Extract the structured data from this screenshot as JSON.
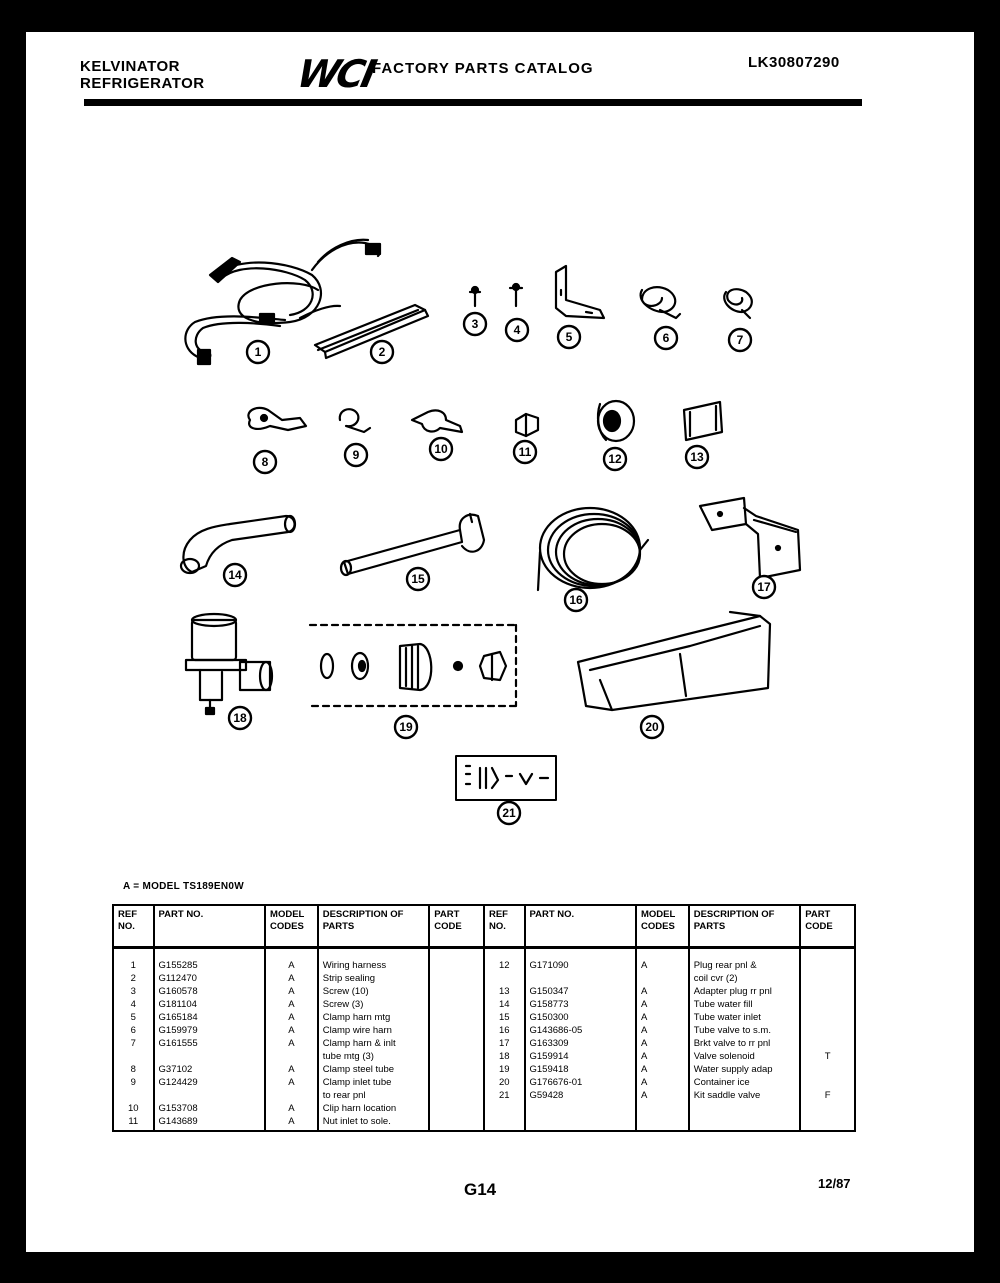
{
  "header": {
    "brand_line1": "KELVINATOR",
    "brand_line2": "REFRIGERATOR",
    "logo": "WCI",
    "title": "FACTORY PARTS CATALOG",
    "model_code": "LK30807290"
  },
  "diagram": {
    "callouts": [
      "1",
      "2",
      "3",
      "4",
      "5",
      "6",
      "7",
      "8",
      "9",
      "10",
      "11",
      "12",
      "13",
      "14",
      "15",
      "16",
      "17",
      "18",
      "19",
      "20",
      "21"
    ]
  },
  "model_note": "A = MODEL TS189EN0W",
  "table": {
    "headers": {
      "ref_no": "REF NO.",
      "part_no": "PART NO.",
      "model_codes": "MODEL CODES",
      "description": "DESCRIPTION OF PARTS",
      "part_code": "PART CODE"
    },
    "rows": [
      {
        "l_ref": "1",
        "l_part": "G155285",
        "l_model": "A",
        "l_desc": "Wiring harness",
        "l_code": "",
        "r_ref": "12",
        "r_part": "G171090",
        "r_model": "A",
        "r_desc": "Plug rear pnl &",
        "r_code": ""
      },
      {
        "l_ref": "2",
        "l_part": "G112470",
        "l_model": "A",
        "l_desc": "Strip sealing",
        "l_code": "",
        "r_ref": "",
        "r_part": "",
        "r_model": "",
        "r_desc": "coil cvr (2)",
        "r_code": ""
      },
      {
        "l_ref": "3",
        "l_part": "G160578",
        "l_model": "A",
        "l_desc": "Screw (10)",
        "l_code": "",
        "r_ref": "13",
        "r_part": "G150347",
        "r_model": "A",
        "r_desc": "Adapter plug rr pnl",
        "r_code": ""
      },
      {
        "l_ref": "4",
        "l_part": "G181104",
        "l_model": "A",
        "l_desc": "Screw (3)",
        "l_code": "",
        "r_ref": "14",
        "r_part": "G158773",
        "r_model": "A",
        "r_desc": "Tube water fill",
        "r_code": ""
      },
      {
        "l_ref": "5",
        "l_part": "G165184",
        "l_model": "A",
        "l_desc": "Clamp harn mtg",
        "l_code": "",
        "r_ref": "15",
        "r_part": "G150300",
        "r_model": "A",
        "r_desc": "Tube water inlet",
        "r_code": ""
      },
      {
        "l_ref": "6",
        "l_part": "G159979",
        "l_model": "A",
        "l_desc": "Clamp wire harn",
        "l_code": "",
        "r_ref": "16",
        "r_part": "G143686-05",
        "r_model": "A",
        "r_desc": "Tube valve to s.m.",
        "r_code": ""
      },
      {
        "l_ref": "7",
        "l_part": "G161555",
        "l_model": "A",
        "l_desc": "Clamp harn & inlt",
        "l_code": "",
        "r_ref": "17",
        "r_part": "G163309",
        "r_model": "A",
        "r_desc": "Brkt valve to rr pnl",
        "r_code": ""
      },
      {
        "l_ref": "",
        "l_part": "",
        "l_model": "",
        "l_desc": "tube mtg (3)",
        "l_code": "",
        "r_ref": "18",
        "r_part": "G159914",
        "r_model": "A",
        "r_desc": "Valve solenoid",
        "r_code": "T"
      },
      {
        "l_ref": "8",
        "l_part": "G37102",
        "l_model": "A",
        "l_desc": "Clamp steel tube",
        "l_code": "",
        "r_ref": "19",
        "r_part": "G159418",
        "r_model": "A",
        "r_desc": "Water supply adap",
        "r_code": ""
      },
      {
        "l_ref": "9",
        "l_part": "G124429",
        "l_model": "A",
        "l_desc": "Clamp inlet tube",
        "l_code": "",
        "r_ref": "20",
        "r_part": "G176676-01",
        "r_model": "A",
        "r_desc": "Container ice",
        "r_code": ""
      },
      {
        "l_ref": "",
        "l_part": "",
        "l_model": "",
        "l_desc": "to rear pnl",
        "l_code": "",
        "r_ref": "21",
        "r_part": "G59428",
        "r_model": "A",
        "r_desc": "Kit saddle valve",
        "r_code": "F"
      },
      {
        "l_ref": "10",
        "l_part": "G153708",
        "l_model": "A",
        "l_desc": "Clip harn location",
        "l_code": "",
        "r_ref": "",
        "r_part": "",
        "r_model": "",
        "r_desc": "",
        "r_code": ""
      },
      {
        "l_ref": "11",
        "l_part": "G143689",
        "l_model": "A",
        "l_desc": "Nut inlet to sole.",
        "l_code": "",
        "r_ref": "",
        "r_part": "",
        "r_model": "",
        "r_desc": "",
        "r_code": ""
      }
    ]
  },
  "footer": {
    "page": "G14",
    "date": "12/87"
  }
}
